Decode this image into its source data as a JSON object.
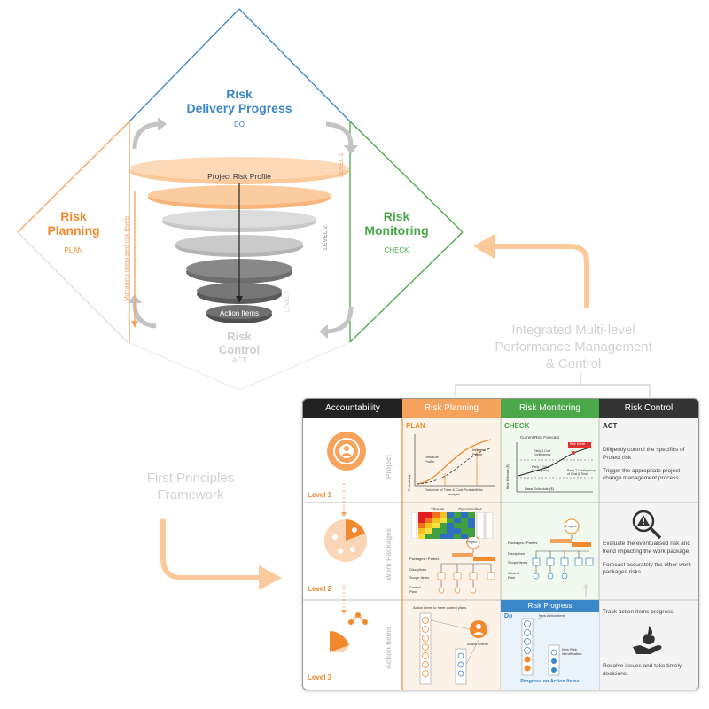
{
  "diamond": {
    "top": {
      "title_line1": "Risk",
      "title_line2": "Delivery Progress",
      "sub": "DO"
    },
    "left": {
      "title_line1": "Risk",
      "title_line2": "Planning",
      "sub": "PLAN"
    },
    "right": {
      "title_line1": "Risk",
      "title_line2": "Monitoring",
      "sub": "CHECK"
    },
    "bottom": {
      "title_line1": "Risk",
      "title_line2": "Control",
      "sub": "ACT"
    },
    "funnel_top_label": "Project Risk Profile",
    "funnel_bottom_label": "Action Items",
    "level1": "LEVEL 1",
    "level2": "LEVEL 2",
    "level3": "LEVEL 3",
    "side_label": "Managing integrated risk levels"
  },
  "integrated_label": {
    "line1": "Integrated Multi-level",
    "line2": "Performance Management",
    "line3": "& Control"
  },
  "framework_label": {
    "line1": "First Principles",
    "line2": "Framework"
  },
  "colors": {
    "accent_orange": "#f5a25d",
    "blue": "#3b87c8",
    "green": "#4aa84a",
    "dark": "#222222",
    "peach": "#fbc99a"
  },
  "table": {
    "headers": [
      "Accountability",
      "Risk Planning",
      "Risk Monitoring",
      "Risk Control"
    ],
    "row_labels": [
      "Project",
      "Work Packages",
      "Action Items"
    ],
    "levels": [
      "Level 1",
      "Level 2",
      "Level 3"
    ],
    "plan_tag": "PLAN",
    "check_tag": "CHECK",
    "act_tag": "ACT",
    "do_tag": "Do",
    "risk_progress": "Risk Progress",
    "progress_on_action": "Progress on Action Items",
    "act_bullets": [
      [
        "Diligently control the specifics of Project risk",
        "Trigger the appropriate project change management process."
      ],
      [
        "Evaluate the eventualised risk and trend impacting the work package.",
        "Forecast accurately the other work packages risks."
      ],
      [
        "Track action items progress.",
        "Resolve issues and take timely decisions."
      ]
    ],
    "plan_chart": {
      "residual": "Residual Profile",
      "inherent": "Inherent Profile",
      "xlabel": "Outcome of Time & Cost Probabilistic analysis",
      "ylabel": "Probability"
    },
    "check_chart": {
      "title": "Current Risk Forecast",
      "risk_model": "Risk Model",
      "label_a": "Party 1 Cost Contingency",
      "label_b": "Party 1 Time Contingency",
      "label_c": "Party 2 Contingency of Cost & Time",
      "label_base": "Base Schedule ($)",
      "ylabel": "Base Estimate ($)"
    },
    "heat_labels": {
      "threats": "Threats",
      "opportunities": "Opportunities"
    },
    "tree_labels": {
      "project": "Project",
      "packages": "Packages / Parties",
      "disciplines": "Disciplines",
      "scope": "Scope Items",
      "control": "Control Plan"
    },
    "action_labels": {
      "link": "Action Items to meet control plans",
      "owner": "Action Owner",
      "new_item": "New Action Item",
      "new_risk": "New Risk Identification"
    }
  }
}
